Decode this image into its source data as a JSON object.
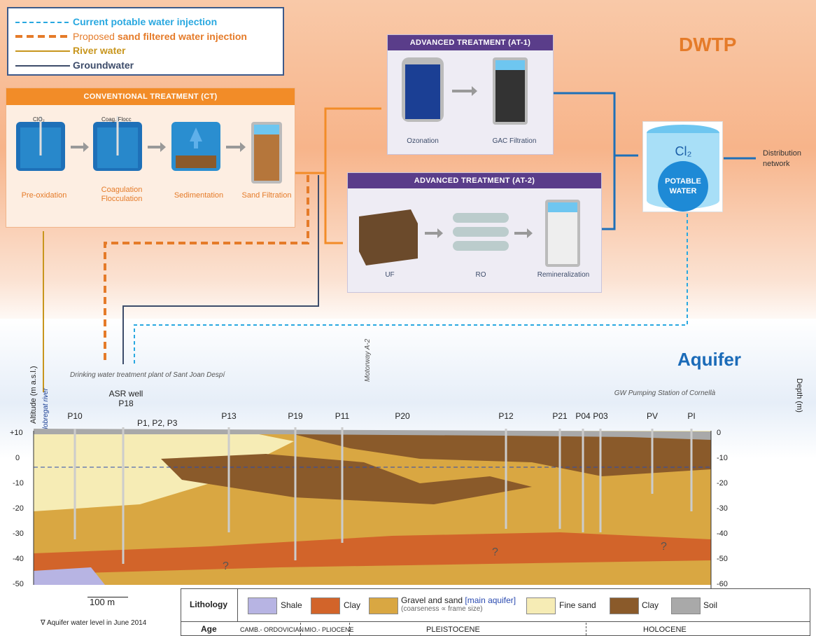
{
  "legend": {
    "items": [
      {
        "label": "Current potable water injection",
        "color": "#29a8e0",
        "style": "dashed"
      },
      {
        "label_prefix": "Proposed ",
        "label_bold": "sand filtered water injection",
        "color": "#e57b29",
        "style": "dashed-thick"
      },
      {
        "label": "River water",
        "color": "#c8961e",
        "style": "solid"
      },
      {
        "label": "Groundwater",
        "color": "#3d4c6a",
        "style": "solid"
      }
    ]
  },
  "dwtp_title": "DWTP",
  "aquifer_title": "Aquifer",
  "conventional": {
    "title": "CONVENTIONAL TREATMENT (CT)",
    "steps": [
      "Pre-oxidation",
      "Coagulation\nFlocculation",
      "Sedimentation",
      "Sand Filtration"
    ],
    "chem1": "ClO₂",
    "chem2": "Coag.  Flocc"
  },
  "at1": {
    "title": "ADVANCED TREATMENT (AT-1)",
    "steps": [
      "Ozonation",
      "GAC Filtration"
    ]
  },
  "at2": {
    "title": "ADVANCED TREATMENT (AT-2)",
    "steps": [
      "UF",
      "RO",
      "Remineralization"
    ]
  },
  "potable": {
    "chem": "Cl₂",
    "label": "POTABLE WATER"
  },
  "distribution": "Distribution network",
  "section": {
    "plant_label": "Drinking water treatment plant of Sant Joan Despí",
    "motorway": "Motorway A-2",
    "river": "Llobregat river",
    "pumping": "GW Pumping Station of Cornellà",
    "asr": "ASR well",
    "asr_id": "P18",
    "asr_sub": "P1, P2, P3",
    "wells": [
      "P10",
      "P13",
      "P19",
      "P11",
      "P20",
      "P12",
      "P21",
      "P04",
      "P03",
      "PV",
      "PI"
    ],
    "left_axis_title": "Altitude (m a.s.l.)",
    "right_axis_title": "Depth (m)",
    "left_ticks": [
      "+10",
      "0",
      "-10",
      "-20",
      "-30",
      "-40",
      "-50"
    ],
    "right_ticks": [
      "0",
      "-10",
      "-20",
      "-30",
      "-40",
      "-50",
      "-60"
    ],
    "question": "?"
  },
  "scale_label": "100 m",
  "water_level_note": "Aquifer water level in June 2014",
  "lithology": {
    "header": "Lithology",
    "age_header": "Age",
    "shale": "Shale",
    "clay1": "Clay",
    "gravel": "Gravel and sand",
    "main_aquifer": "[main aquifer]",
    "coarseness": "(coarseness ∝ frame size)",
    "fine_sand": "Fine sand",
    "clay2": "Clay",
    "soil": "Soil",
    "ages": [
      "CAMB.- ORDOVICIAN",
      "MIO.- PLIOCENE",
      "PLEISTOCENE",
      "HOLOCENE"
    ]
  }
}
